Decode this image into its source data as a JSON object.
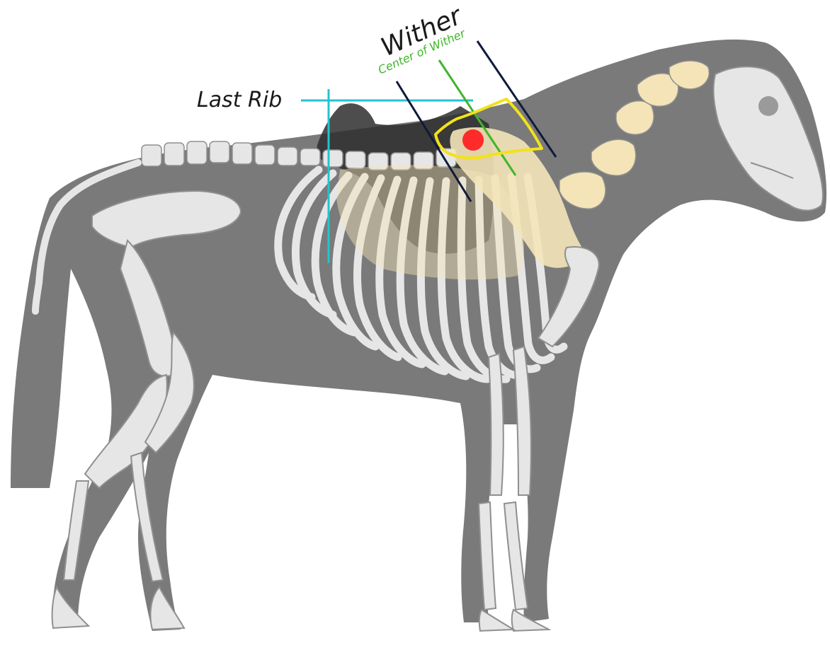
{
  "labels": {
    "last_rib": "Last Rib",
    "wither": "Wither",
    "center_of_wither": "Center of Wither"
  },
  "colors": {
    "body_silhouette": "#7a7a7a",
    "bone": "#e6e6e6",
    "bone_outline": "#8f8f8f",
    "saddle": "#2e2e2e",
    "highlight_bone": "#f4e4b8",
    "cyan_guides": "#21c4cf",
    "green_line": "#3fb62a",
    "navy_lines": "#0f1a3c",
    "yellow_outline": "#f2e21a",
    "red_dot": "#ff2a2a",
    "text_dark": "#1a1a1a"
  }
}
